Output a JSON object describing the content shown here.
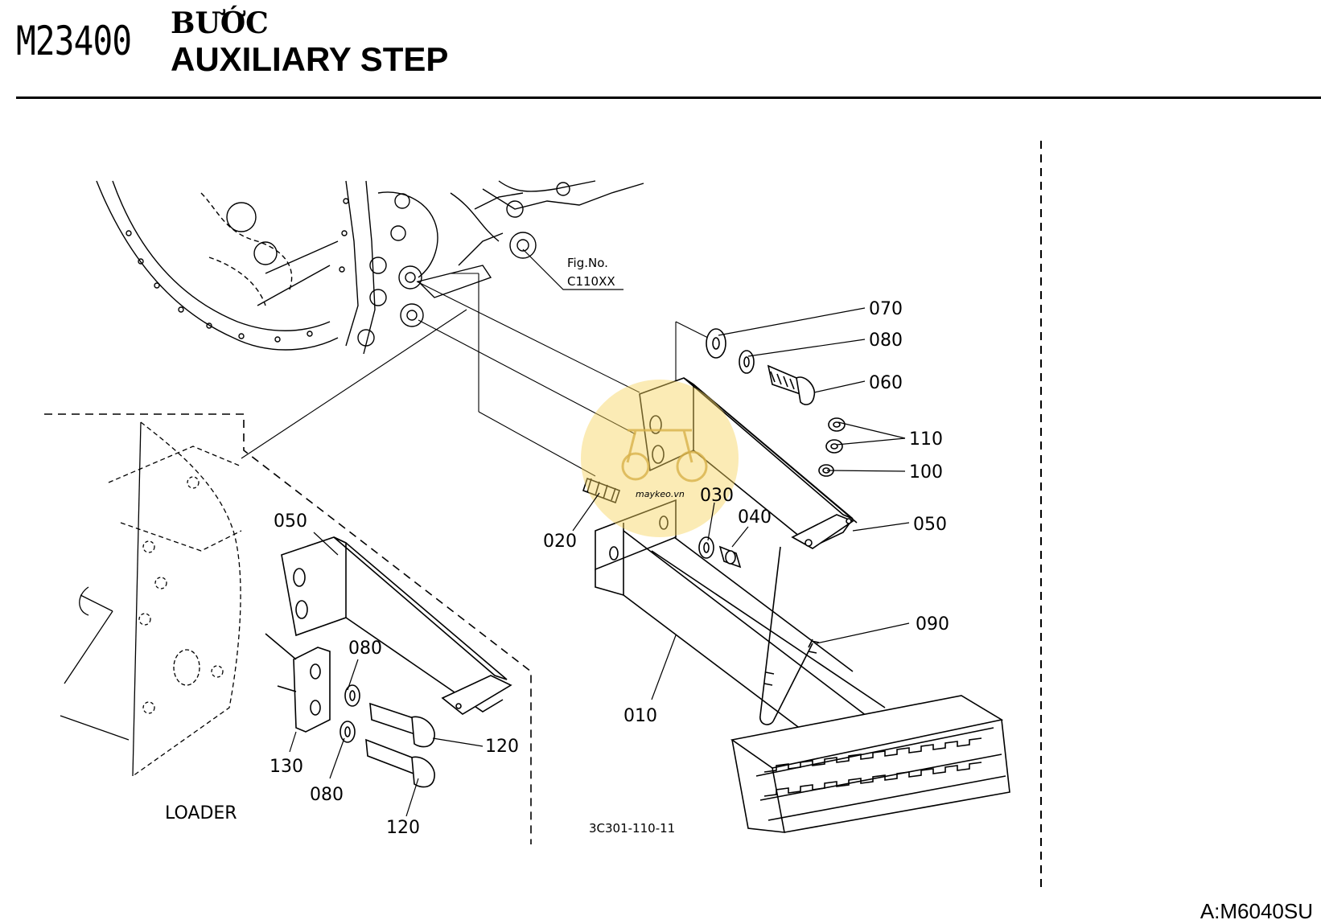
{
  "header": {
    "code": "M23400",
    "title_vn": "BƯỚC",
    "title_en": "AUXILIARY STEP"
  },
  "figure": {
    "ref_label": "Fig.No.",
    "ref_code": "C110XX",
    "drawing_id": "3C301-110-11",
    "loader_label": "LOADER",
    "watermark_text": "maykeo.vn",
    "parts": {
      "p070": "070",
      "p080a": "080",
      "p060": "060",
      "p110": "110",
      "p100": "100",
      "p050a": "050",
      "p030": "030",
      "p040": "040",
      "p020": "020",
      "p090": "090",
      "p010": "010",
      "p050b": "050",
      "p080b": "080",
      "p080c": "080",
      "p130": "130",
      "p120a": "120",
      "p120b": "120"
    }
  },
  "footer": {
    "model": "A:M6040SU"
  }
}
